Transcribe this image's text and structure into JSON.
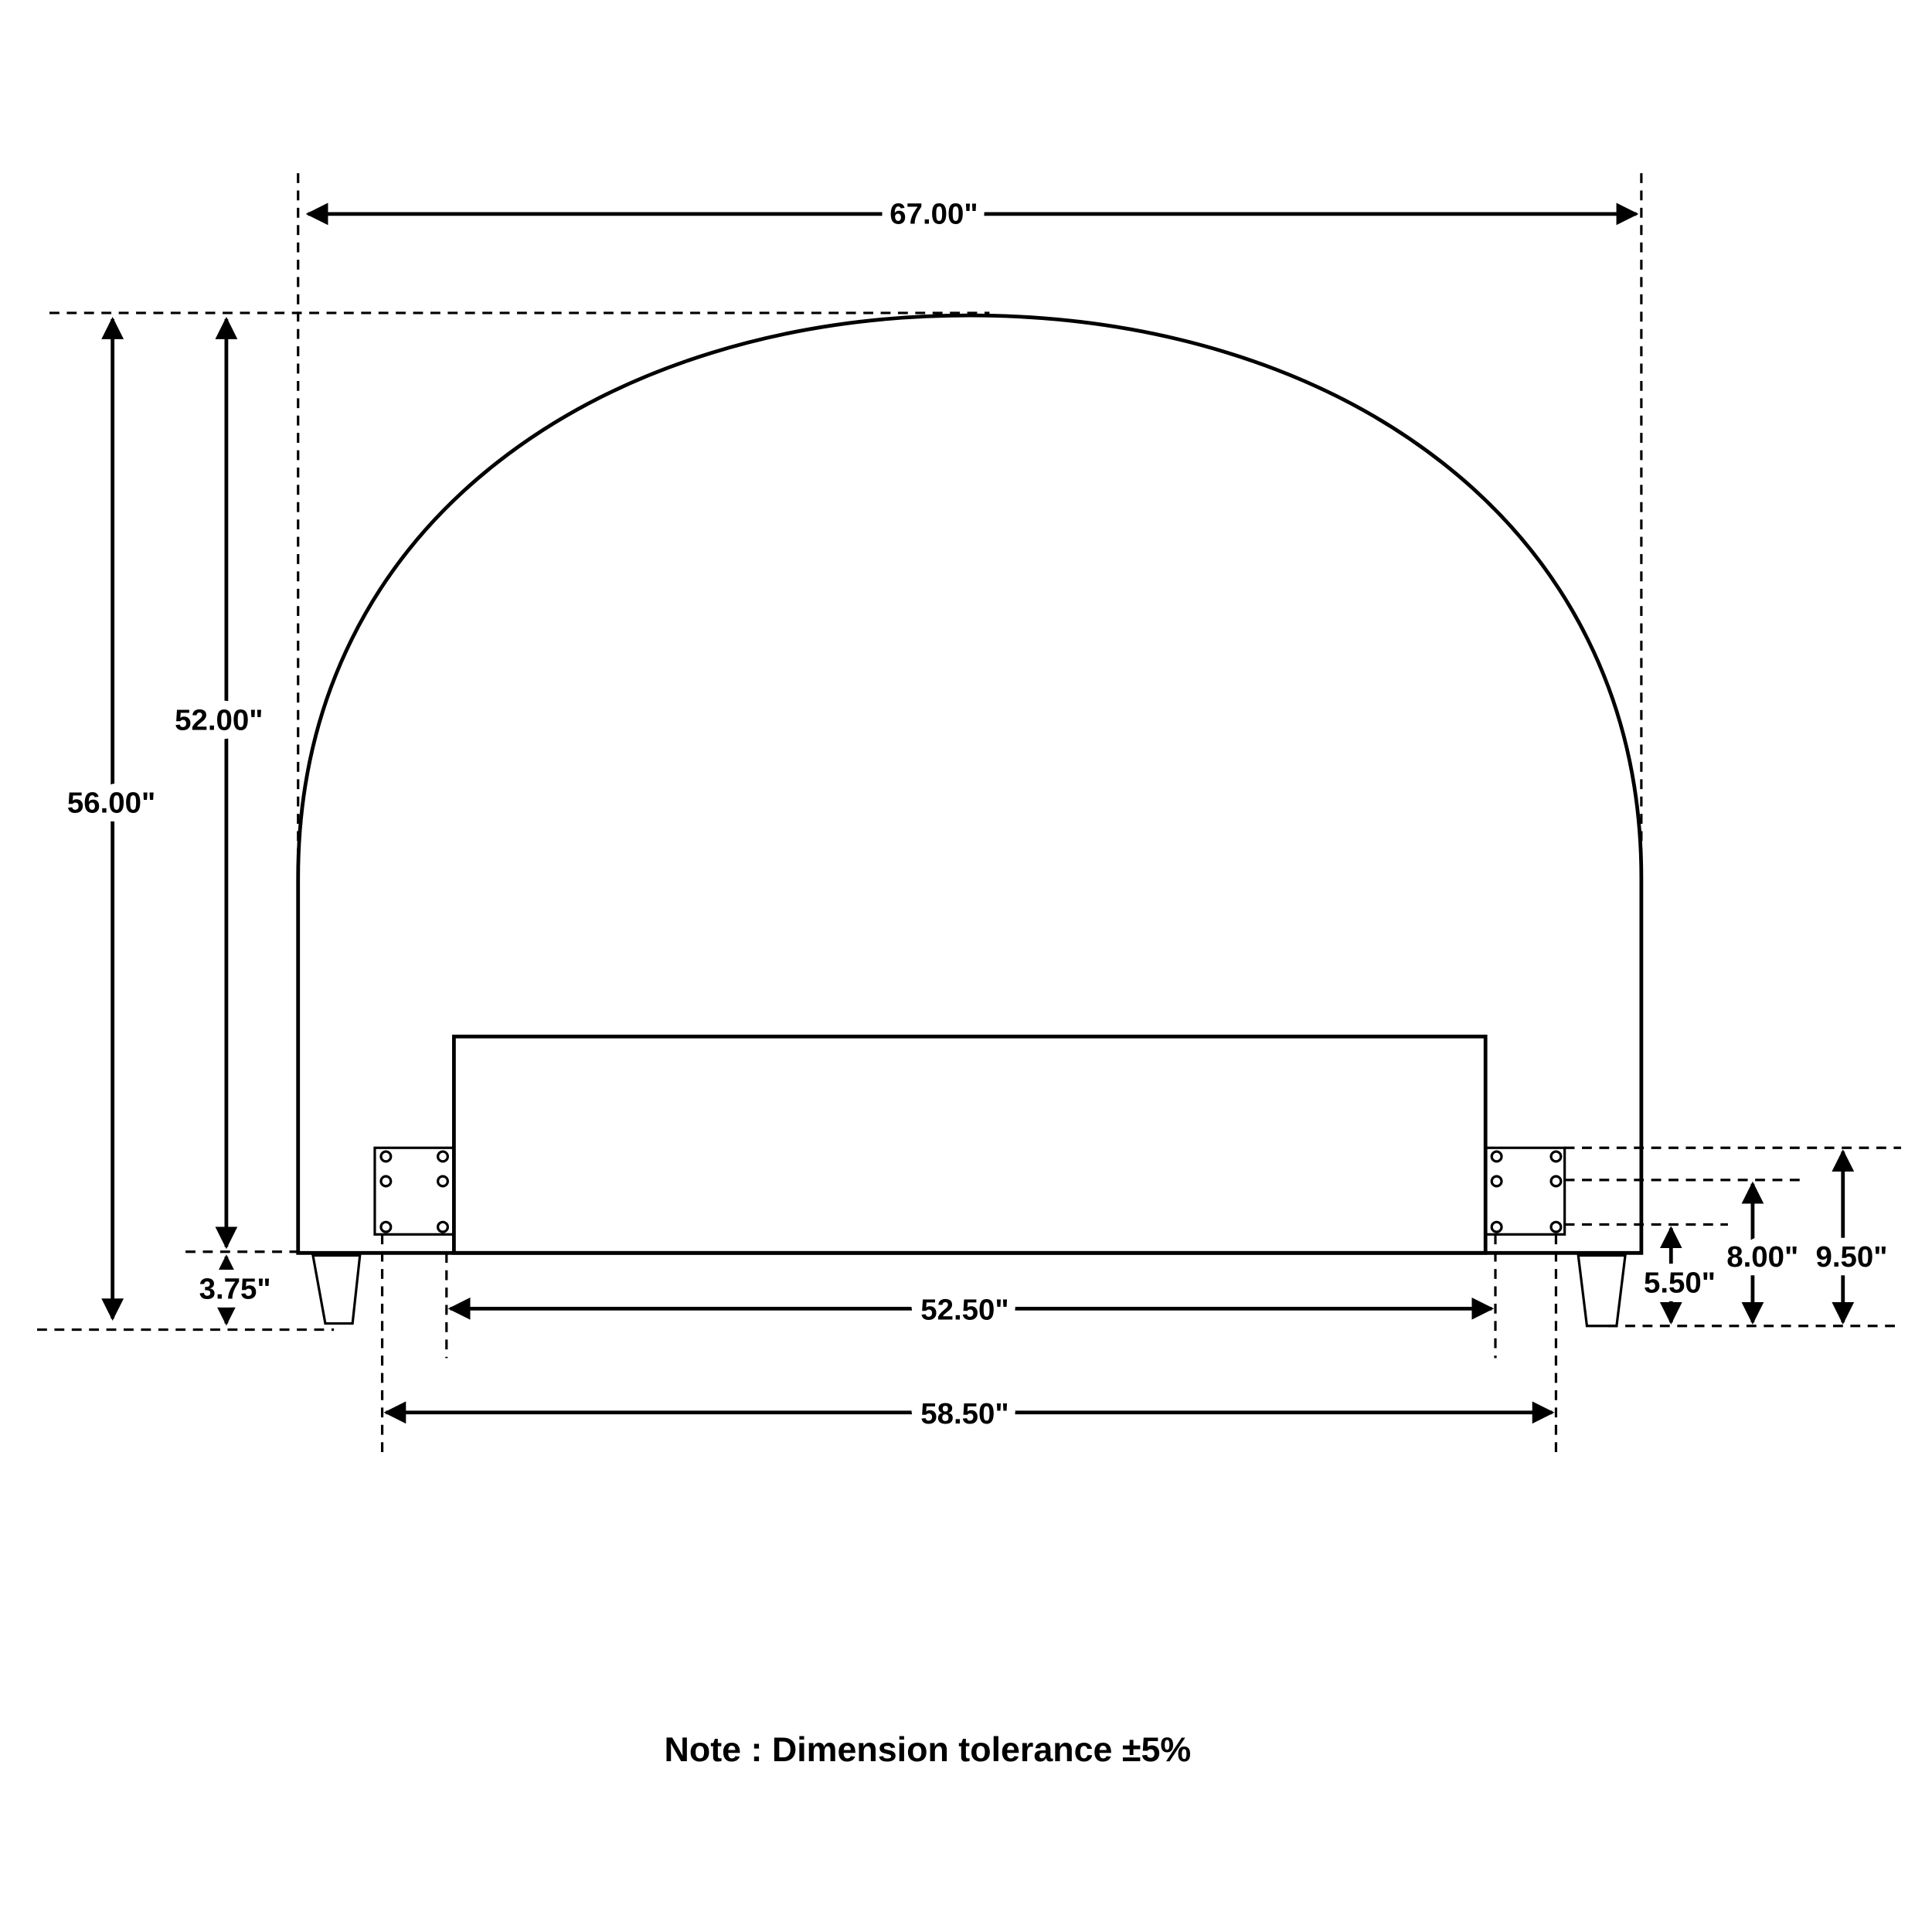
{
  "dimensions": {
    "overall_width": "67.00\"",
    "overall_height": "56.00\"",
    "headboard_height": "52.00\"",
    "leg_height": "3.75\"",
    "inner_width": "52.50\"",
    "bracket_width": "58.50\"",
    "bracket_low": "5.50\"",
    "bracket_mid": "8.00\"",
    "bracket_high": "9.50\""
  },
  "note": "Note : Dimension tolerance ±5%"
}
